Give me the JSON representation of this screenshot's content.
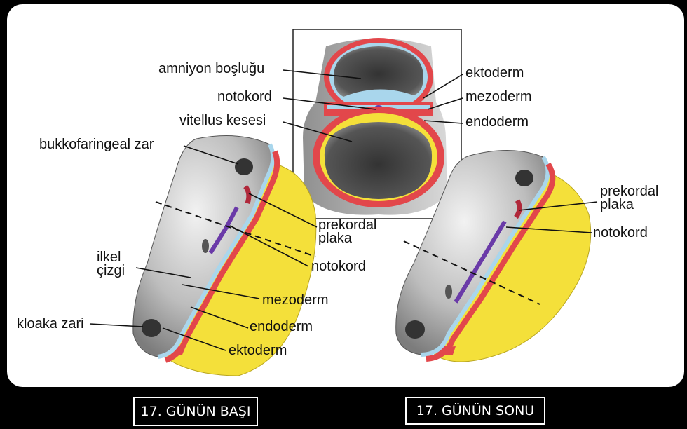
{
  "labels": {
    "amniyon": "amniyon boşluğu",
    "notokord_top": "notokord",
    "vitellus": "vitellus kesesi",
    "ektoderm_top": "ektoderm",
    "mezoderm_top": "mezoderm",
    "endoderm_top": "endoderm",
    "bukkofaringeal": "bukkofaringeal zar",
    "prekordal_left_1": "prekordal",
    "prekordal_left_2": "plaka",
    "notokord_left": "notokord",
    "ilkel_1": "ilkel",
    "ilkel_2": "çizgi",
    "mezoderm_left": "mezoderm",
    "kloaka": "kloaka zari",
    "endoderm_left": "endoderm",
    "ektoderm_left": "ektoderm",
    "prekordal_right_1": "prekordal",
    "prekordal_right_2": "plaka",
    "notokord_right": "notokord"
  },
  "captions": {
    "left": "17. GÜNÜN BAŞI",
    "right": "17. GÜNÜN SONU"
  },
  "colors": {
    "ektoderm": "#a9d6ec",
    "mezoderm": "#e2474b",
    "endoderm": "#f4e03a",
    "notokord": "#6a3aa8",
    "cavity": "#4a4a4a"
  }
}
